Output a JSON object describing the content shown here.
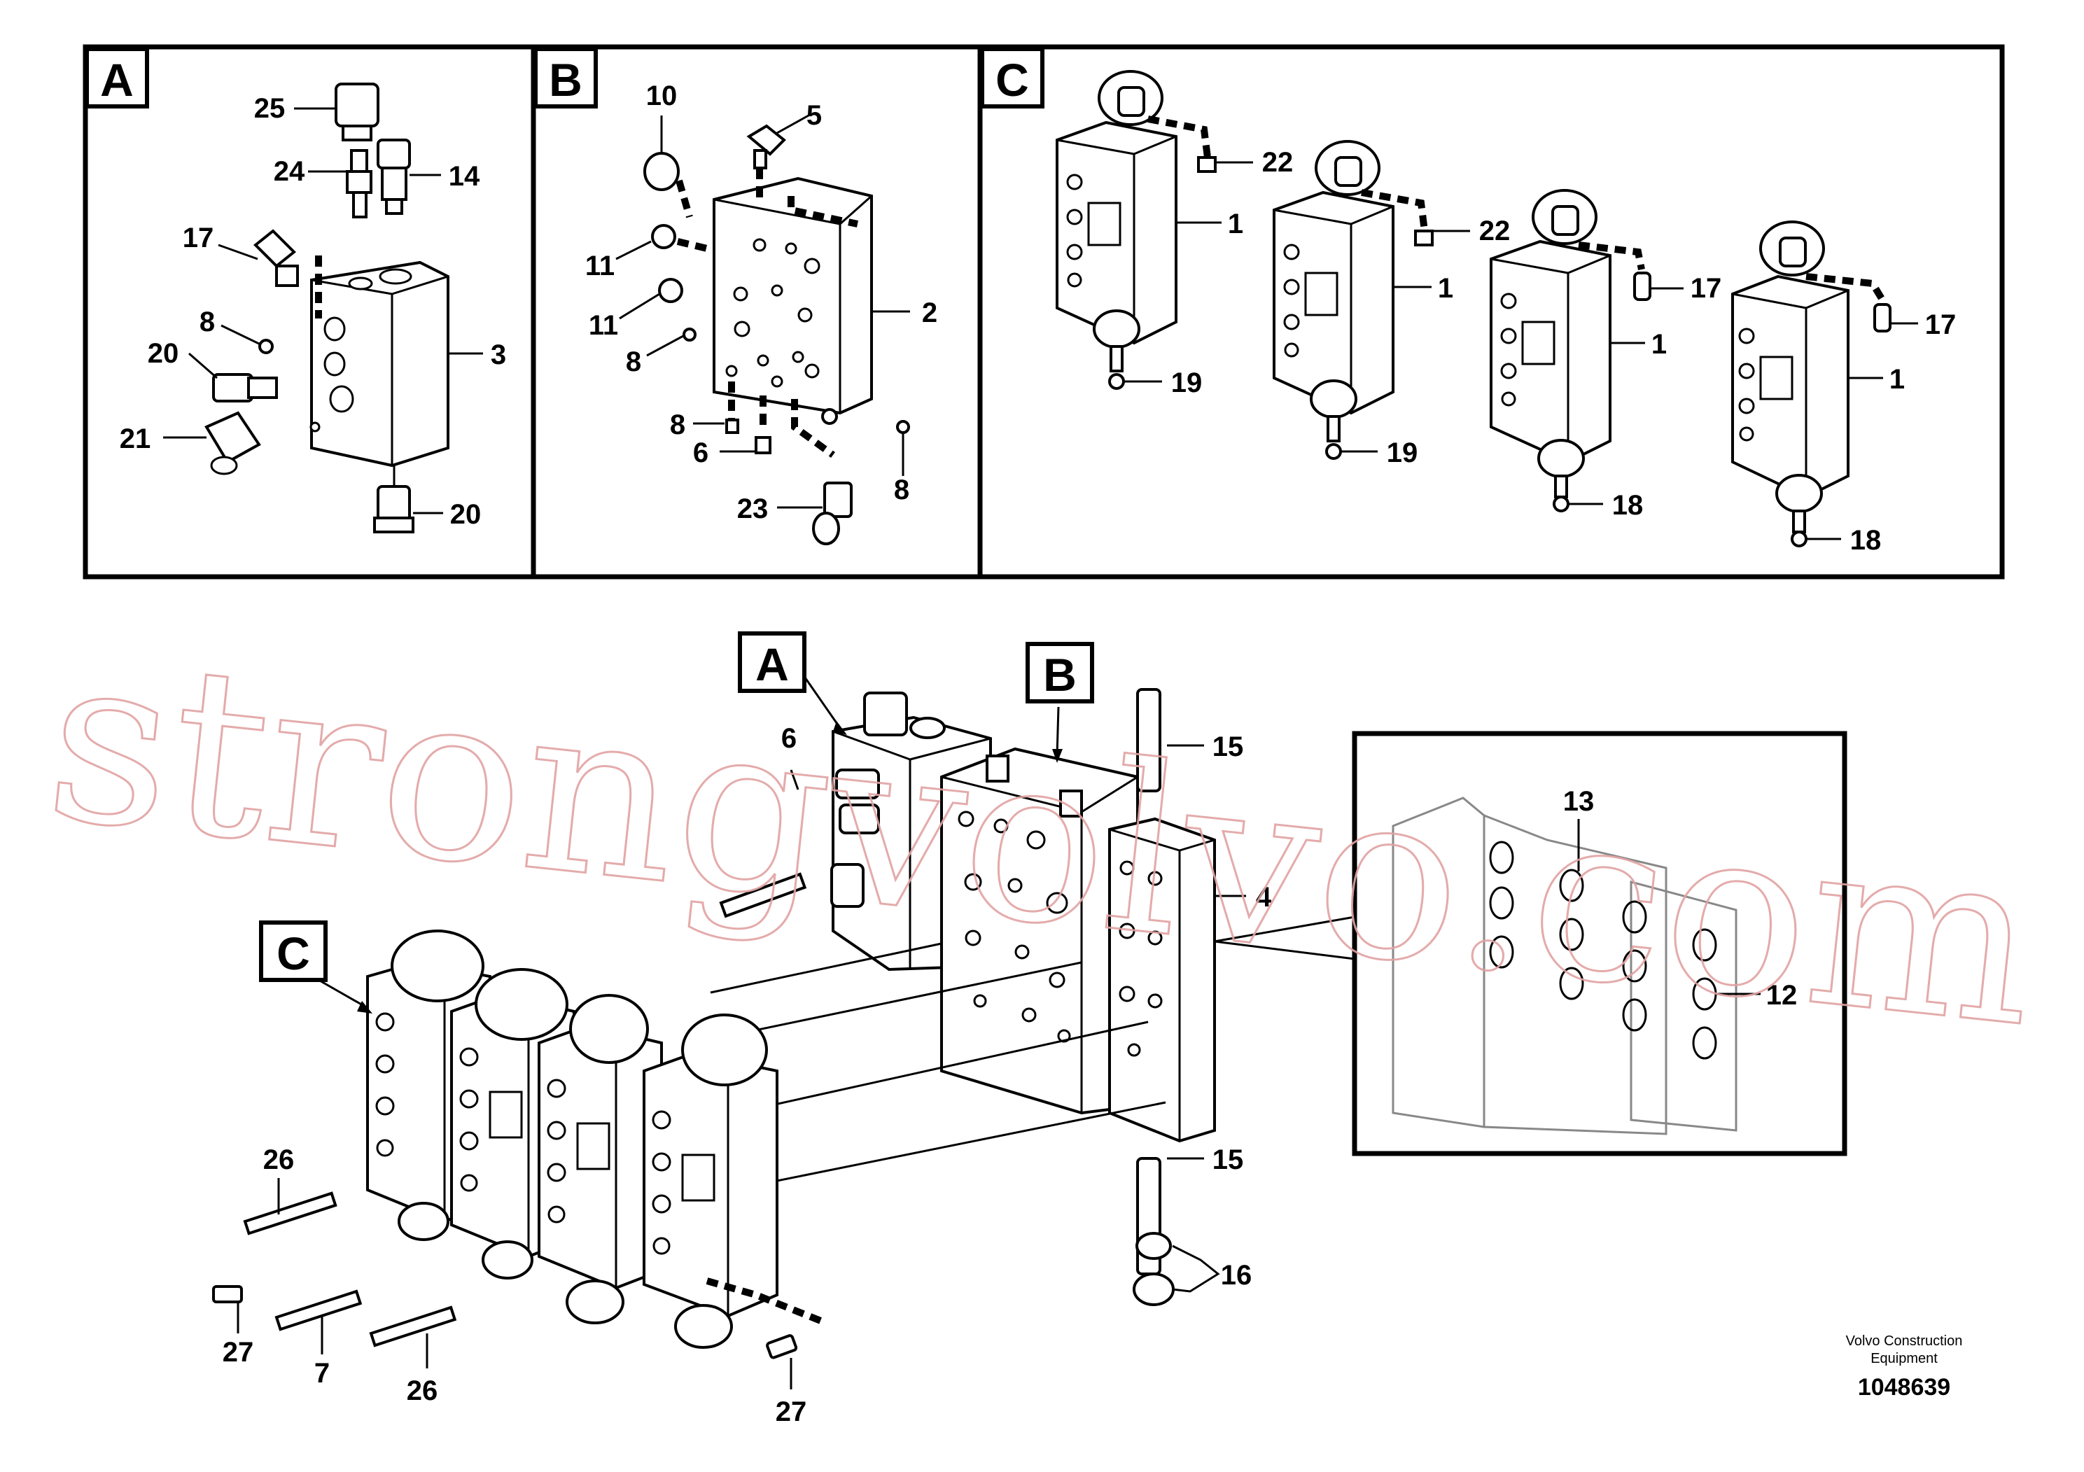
{
  "panels": [
    {
      "letter": "A",
      "labels": [
        "25",
        "24",
        "14",
        "17",
        "8",
        "20",
        "21",
        "3",
        "20"
      ]
    },
    {
      "letter": "B",
      "labels": [
        "10",
        "5",
        "11",
        "11",
        "8",
        "2",
        "8",
        "6",
        "23",
        "8"
      ]
    },
    {
      "letter": "C",
      "labels": [
        "22",
        "1",
        "19",
        "22",
        "1",
        "19",
        "17",
        "1",
        "18",
        "17",
        "1",
        "18"
      ]
    }
  ],
  "assembly": {
    "callouts": [
      "A",
      "B",
      "C"
    ],
    "labels": [
      "6",
      "15",
      "4",
      "13",
      "12",
      "15",
      "16",
      "26",
      "27",
      "7",
      "26",
      "27"
    ]
  },
  "watermark": "strongvolvo.com",
  "footer": {
    "company_line1": "Volvo Construction",
    "company_line2": "Equipment",
    "drawing_number": "1048639"
  }
}
